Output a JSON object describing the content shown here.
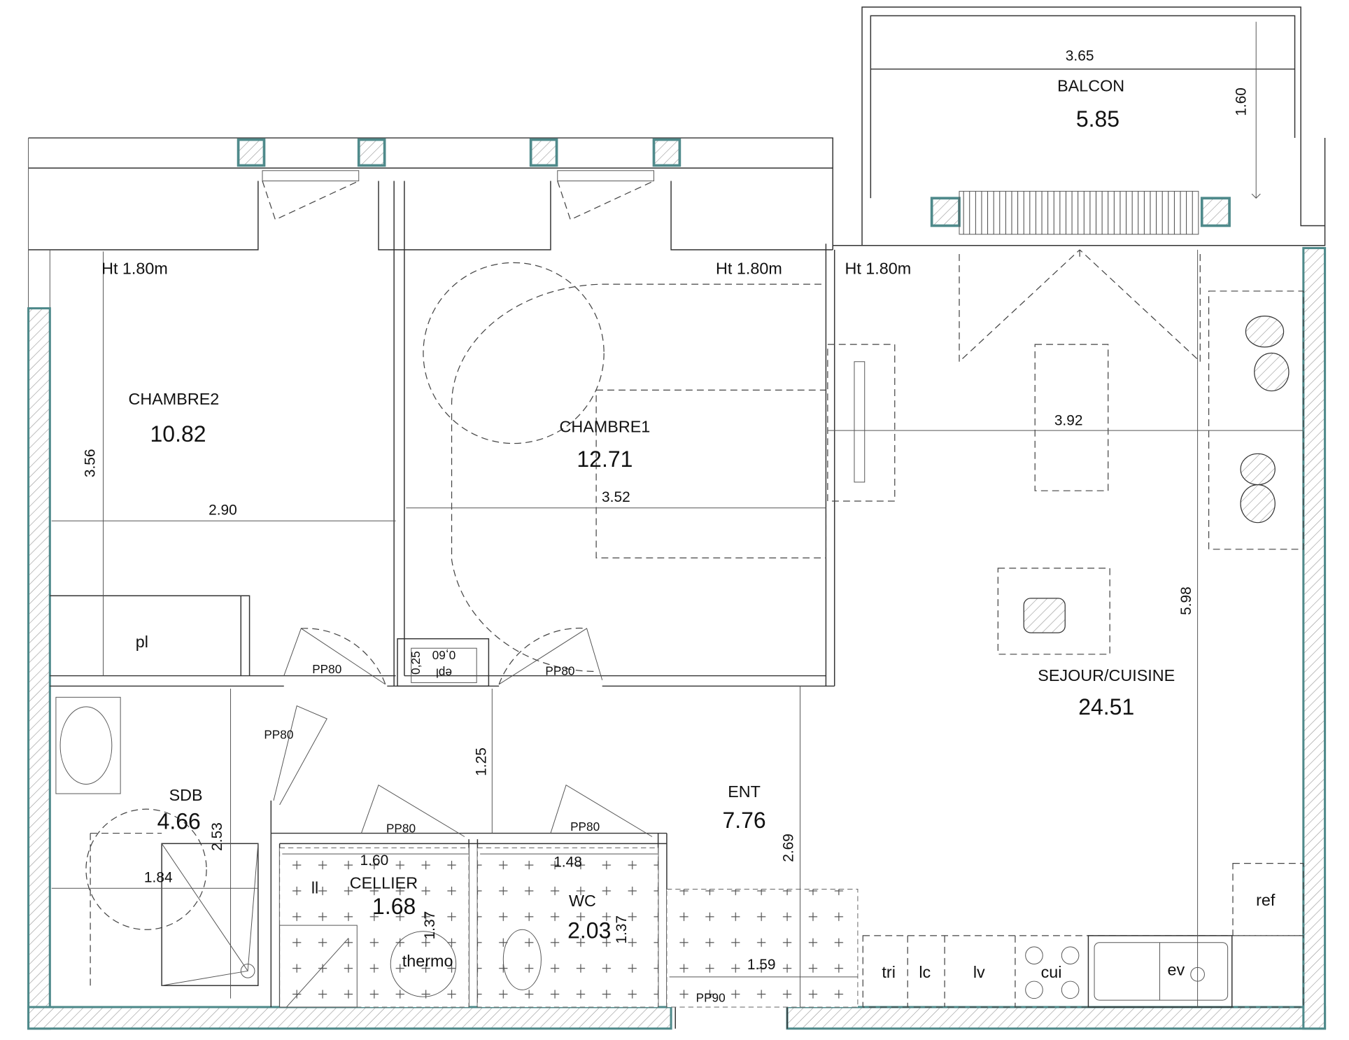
{
  "colors": {
    "wall": "#4f8a8b",
    "line": "#333333"
  },
  "rooms": {
    "balcon": {
      "name": "BALCON",
      "area": "5.85",
      "width": "3.65",
      "depth": "1.60"
    },
    "chambre2": {
      "name": "CHAMBRE2",
      "area": "10.82",
      "height_note": "Ht 1.80m",
      "width": "2.90",
      "depth": "3.56",
      "closet": "pl",
      "door": "PP80"
    },
    "chambre1": {
      "name": "CHAMBRE1",
      "area": "12.71",
      "height_note": "Ht 1.80m",
      "width": "3.52",
      "door": "PP80"
    },
    "sejour": {
      "name": "SEJOUR/CUISINE",
      "area": "24.51",
      "height_note": "Ht 1.80m",
      "width": "3.92",
      "depth": "5.98"
    },
    "sdb": {
      "name": "SDB",
      "area": "4.66",
      "width": "1.84",
      "depth": "2.53",
      "door": "PP80"
    },
    "cellier": {
      "name": "CELLIER",
      "area": "1.68",
      "width": "1.60",
      "depth": "1.37",
      "washer": "ll",
      "heater": "thermo",
      "door": "PP80"
    },
    "wc": {
      "name": "WC",
      "area": "2.03",
      "width": "1.48",
      "depth": "1.37",
      "door": "PP80"
    },
    "ent": {
      "name": "ENT",
      "area": "7.76",
      "width": "1.59",
      "depth": "2.69",
      "door": "PP90"
    },
    "degagement": {
      "width": "1.25"
    }
  },
  "kitchen": {
    "items": [
      "tri",
      "lc",
      "lv",
      "cui",
      "ev"
    ],
    "fridge": "ref"
  },
  "cupboard": {
    "label": "epl",
    "width": "0,60",
    "depth": "0,25"
  }
}
